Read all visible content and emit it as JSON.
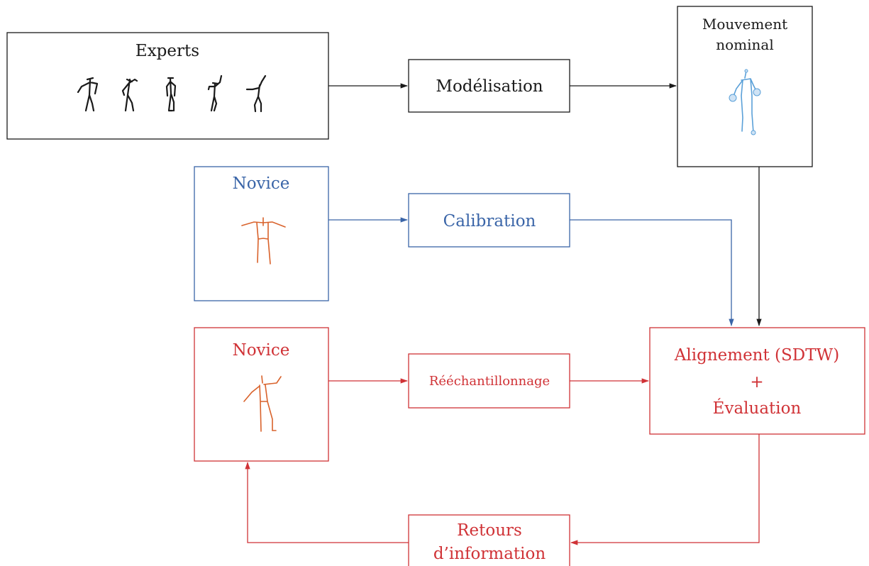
{
  "colors": {
    "black": "#1a1a1a",
    "blue": "#3a65a8",
    "red": "#d03236",
    "light_blue": "#5aa0d8",
    "orange": "#d9622b"
  },
  "nodes": {
    "experts": {
      "label": "Experts"
    },
    "modelisation": {
      "label": "Modélisation"
    },
    "nominal": {
      "line1": "Mouvement",
      "line2": "nominal"
    },
    "novice_calibration": {
      "label": "Novice"
    },
    "calibration": {
      "label": "Calibration"
    },
    "novice_resampling": {
      "label": "Novice"
    },
    "resampling": {
      "label": "Rééchantillonnage"
    },
    "alignment": {
      "line1": "Alignement (SDTW)",
      "line2": "+",
      "line3": "Évaluation"
    },
    "feedback": {
      "line1": "Retours",
      "line2": "d’information"
    }
  },
  "icons": {
    "experts": "expert-stick-figures",
    "nominal": "nominal-skeleton",
    "novice_calibration": "calibration-pose-skeleton",
    "novice_resampling": "novice-movement-skeleton"
  }
}
